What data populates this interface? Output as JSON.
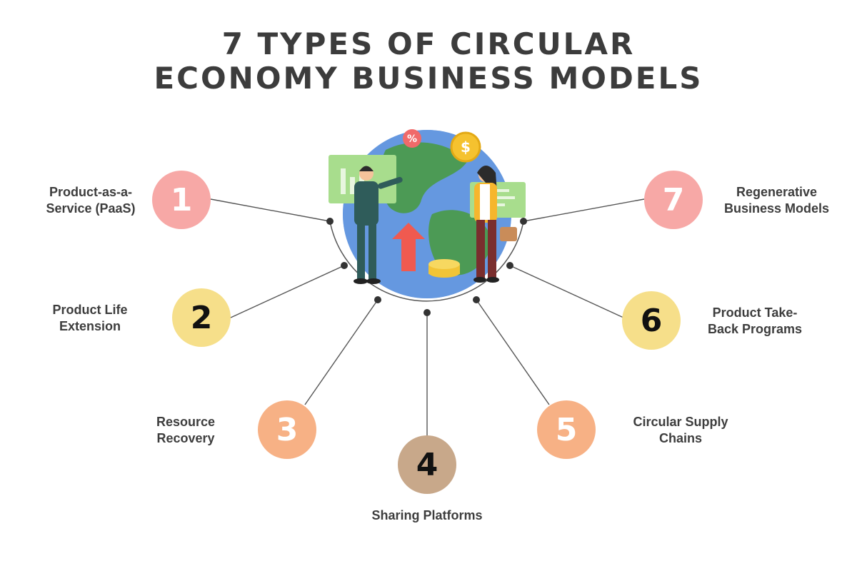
{
  "title": {
    "line1": "7 TYPES OF CIRCULAR",
    "line2": "ECONOMY BUSINESS MODELS"
  },
  "colors": {
    "pink": "#f7a8a6",
    "yellow": "#f6df8a",
    "peach": "#f7b185",
    "tan": "#c8a88a",
    "text_dark": "#3d3d3d"
  },
  "items": [
    {
      "number": "1",
      "label_line1": "Product-as-a-",
      "label_line2": "Service (PaaS)",
      "color": "pink",
      "number_color": "#ffffff"
    },
    {
      "number": "2",
      "label_line1": "Product Life",
      "label_line2": "Extension",
      "color": "yellow",
      "number_color": "#111111"
    },
    {
      "number": "3",
      "label_line1": "Resource",
      "label_line2": "Recovery",
      "color": "peach",
      "number_color": "#ffffff"
    },
    {
      "number": "4",
      "label_line1": "Sharing Platforms",
      "label_line2": "",
      "color": "tan",
      "number_color": "#111111"
    },
    {
      "number": "5",
      "label_line1": "Circular Supply",
      "label_line2": "Chains",
      "color": "peach",
      "number_color": "#ffffff"
    },
    {
      "number": "6",
      "label_line1": "Product Take-",
      "label_line2": "Back Programs",
      "color": "yellow",
      "number_color": "#111111"
    },
    {
      "number": "7",
      "label_line1": "Regenerative",
      "label_line2": "Business Models",
      "color": "pink",
      "number_color": "#ffffff"
    }
  ],
  "illustration": {
    "percent_badge": "%",
    "coin_symbol": "$"
  }
}
